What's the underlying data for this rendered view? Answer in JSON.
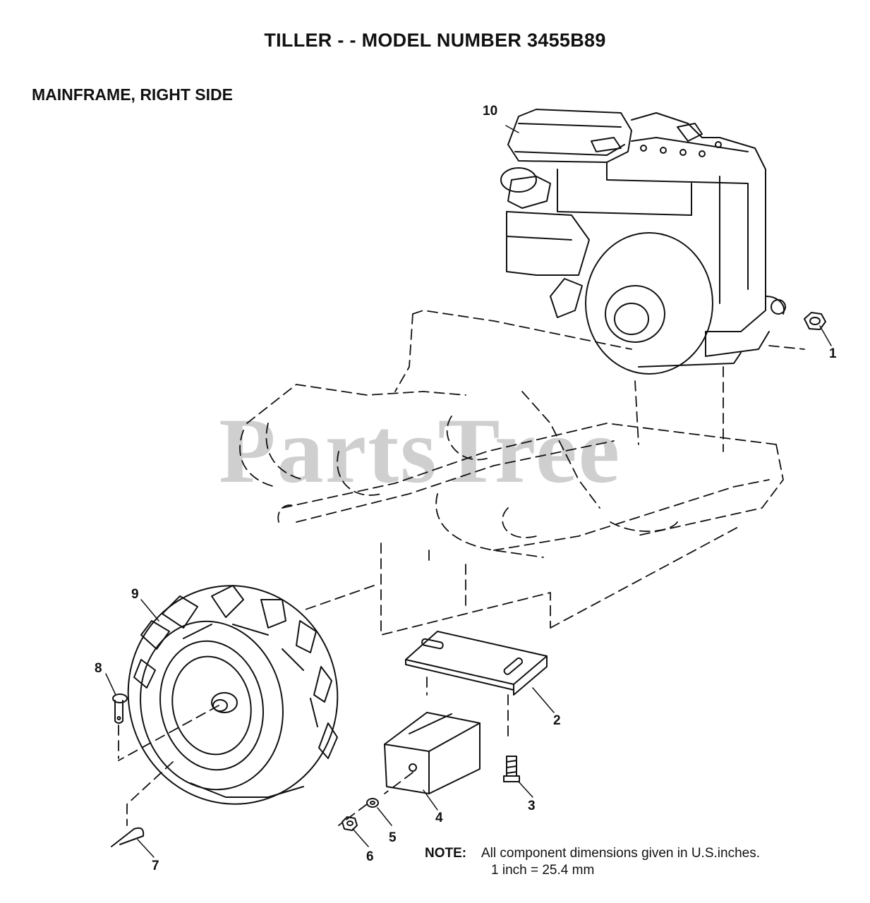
{
  "header": {
    "title": "TILLER - - MODEL NUMBER 3455B89",
    "subtitle": "MAINFRAME, RIGHT SIDE"
  },
  "watermark": "PartsTree",
  "callouts": {
    "c1": "1",
    "c2": "2",
    "c3": "3",
    "c4": "4",
    "c5": "5",
    "c6": "6",
    "c7": "7",
    "c8": "8",
    "c9": "9",
    "c10": "10"
  },
  "note": {
    "label": "NOTE:",
    "line1": "All component dimensions given in U.S.inches.",
    "line2": "1 inch = 25.4 mm"
  }
}
